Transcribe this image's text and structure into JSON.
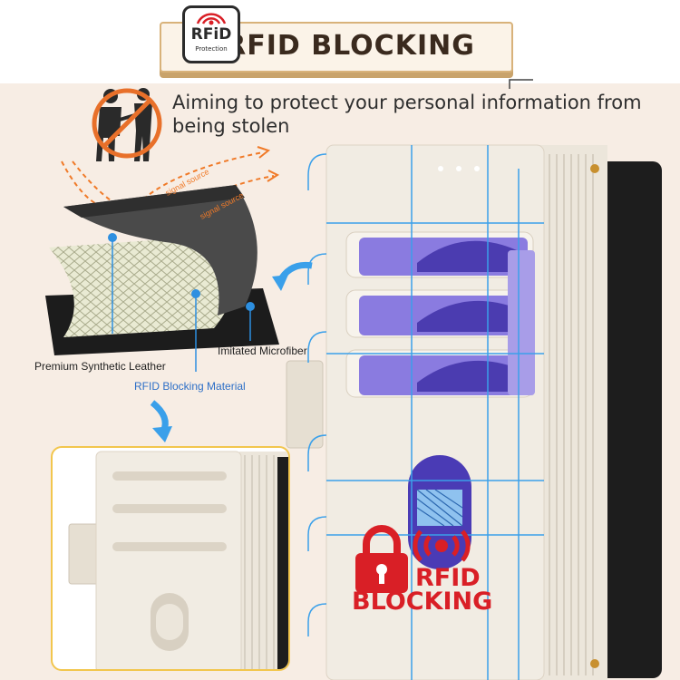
{
  "banner": {
    "logo_text": "RFiD",
    "logo_sub": "Protection",
    "title": "RFID BLOCKING"
  },
  "tagline": "Aiming to protect your personal information from being stolen",
  "signal_labels": [
    "signal source",
    "signal source"
  ],
  "layers": {
    "leather": "Premium Synthetic Leather",
    "blocking": "RFID Blocking Material",
    "microfiber": "Imitated Microfiber"
  },
  "badge": {
    "line1": "RFID",
    "line2": "BLOCKING"
  },
  "colors": {
    "accent_blue": "#2d8fe0",
    "badge_red": "#d91f26",
    "signal_orange": "#f07a28",
    "wallet_cream": "#f1ece3"
  }
}
